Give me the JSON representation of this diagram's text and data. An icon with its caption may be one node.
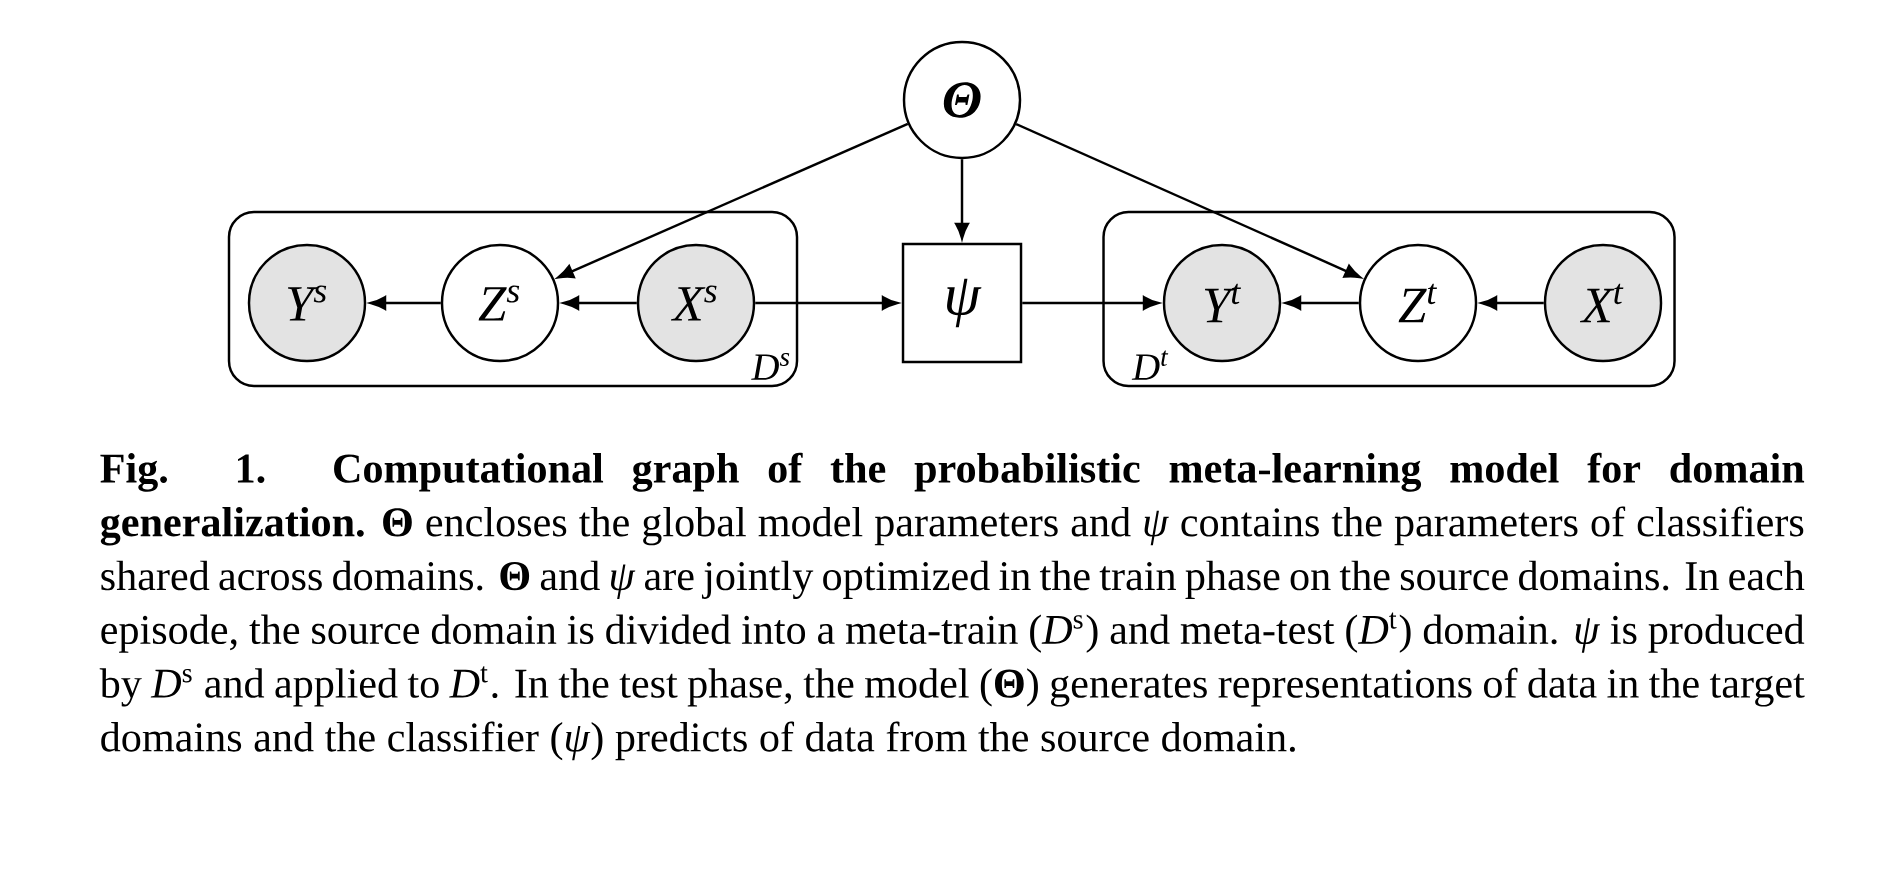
{
  "diagram": {
    "nodes": [
      {
        "text": [
          "Θ"
        ]
      },
      {
        "text": [
          "D$^{s}$"
        ]
      },
      {
        "text": [
          "Y$^{s}$"
        ],
        "in": 1
      },
      {
        "text": [
          "Z$^{s}$"
        ],
        "in": 1
      },
      {
        "text": [
          "X$^{s}$"
        ],
        "in": 1
      },
      {
        "text": [
          "ψ"
        ]
      },
      {
        "text": [
          "D$^{t}$"
        ]
      },
      {
        "text": [
          "Y$^{t}$"
        ],
        "in": 6
      },
      {
        "text": [
          "Z$^{t}$"
        ],
        "in": 6
      },
      {
        "text": [
          "X$^{t}$"
        ],
        "in": 6
      }
    ],
    "edges": [
      {
        "from": 0,
        "to": 3,
        "arrow": "to"
      },
      {
        "from": 0,
        "to": 5,
        "arrow": "to"
      },
      {
        "from": 0,
        "to": 8,
        "arrow": "to"
      },
      {
        "from": 3,
        "to": 2,
        "arrow": "to"
      },
      {
        "from": 4,
        "to": 3,
        "arrow": "to"
      },
      {
        "from": 4,
        "to": 5,
        "arrow": "to"
      },
      {
        "from": 5,
        "to": 7,
        "arrow": "to"
      },
      {
        "from": 8,
        "to": 7,
        "arrow": "to"
      },
      {
        "from": 9,
        "to": 8,
        "arrow": "to"
      }
    ],
    "caption": "**Fig. 1. Computational graph of the probabilistic meta-learning model for domain generalization.** **Θ** encloses the global model parameters and *ψ* contains the parameters of classifiers shared across domains. **Θ** and *ψ* are jointly optimized in the train phase on the source domains. In each episode, the source domain is divided into a meta-train (*D*$^{s}$) and meta-test (*D*$^{t}$) domain. *ψ* is produced by *D*$^{s}$ and applied to *D*$^{t}$. In the test phase, the model (**Θ**) generates representations of data in the target domains and the classifier (*ψ*) predicts of data from the source domain."
  }
}
